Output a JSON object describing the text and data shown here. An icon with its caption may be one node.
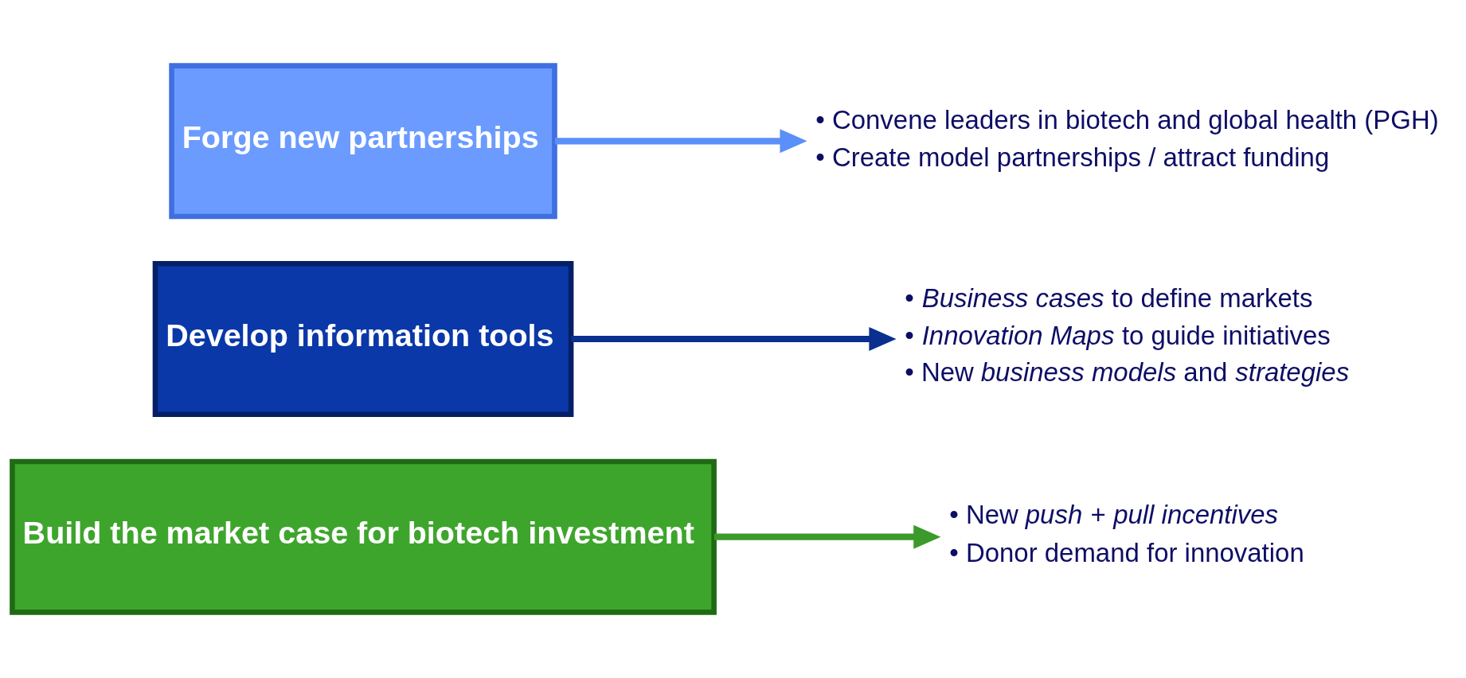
{
  "diagram": {
    "nodes": [
      {
        "text": [
          "Forge new partnerships"
        ]
      },
      {
        "text": [
          "• Convene leaders in biotech and global health (PGH)",
          "• Create model partnerships / attract funding"
        ]
      },
      {
        "text": [
          "Develop information tools"
        ]
      },
      {
        "text": [
          "• *Business cases* to define markets",
          "• *Innovation Maps* to guide initiatives",
          "• New *business models* and *strategies*"
        ]
      },
      {
        "text": [
          "Build the market case for biotech investment"
        ]
      },
      {
        "text": [
          "• New *push* + *pull incentives*",
          "• Donor demand for innovation"
        ]
      }
    ],
    "edges": [
      {
        "from": 0,
        "to": 1,
        "arrow": "to",
        "color": "#5b8ff9"
      },
      {
        "from": 2,
        "to": 3,
        "arrow": "to",
        "color": "#0a2f8f"
      },
      {
        "from": 4,
        "to": 5,
        "arrow": "to",
        "color": "#3a9a2a"
      }
    ]
  }
}
